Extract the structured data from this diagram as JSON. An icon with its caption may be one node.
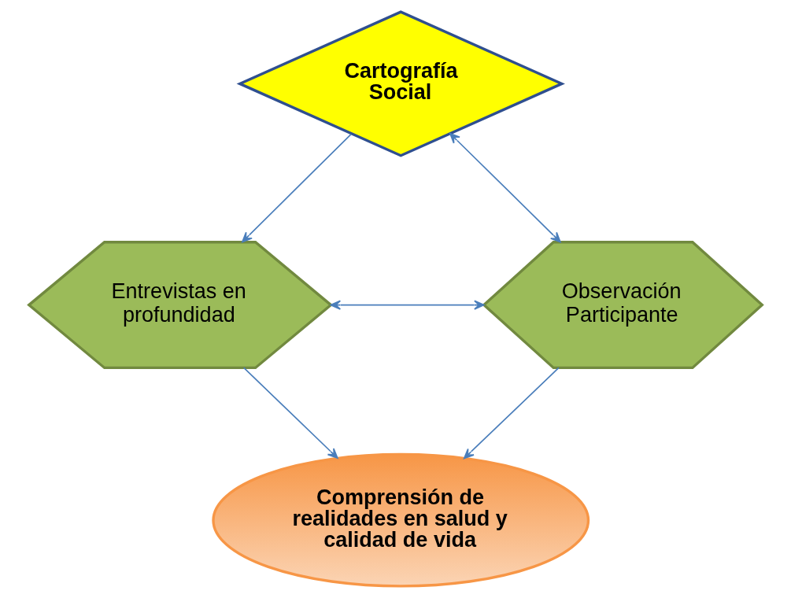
{
  "diagram": {
    "nodes": [
      {
        "text": [
          "Cartografía Social"
        ]
      },
      {
        "text": [
          "Entrevistas en profundidad"
        ]
      },
      {
        "text": [
          "Observación Participante"
        ]
      },
      {
        "text": [
          "Comprensión de realidades en salud y calidad de vida"
        ]
      }
    ],
    "edges": [
      {
        "from": 0,
        "to": 1,
        "arrow": "to"
      },
      {
        "from": 0,
        "to": 2,
        "arrow": "both"
      },
      {
        "from": 1,
        "to": 2,
        "arrow": "both"
      },
      {
        "from": 1,
        "to": 3,
        "arrow": "to"
      },
      {
        "from": 2,
        "to": 3,
        "arrow": "to"
      }
    ]
  }
}
